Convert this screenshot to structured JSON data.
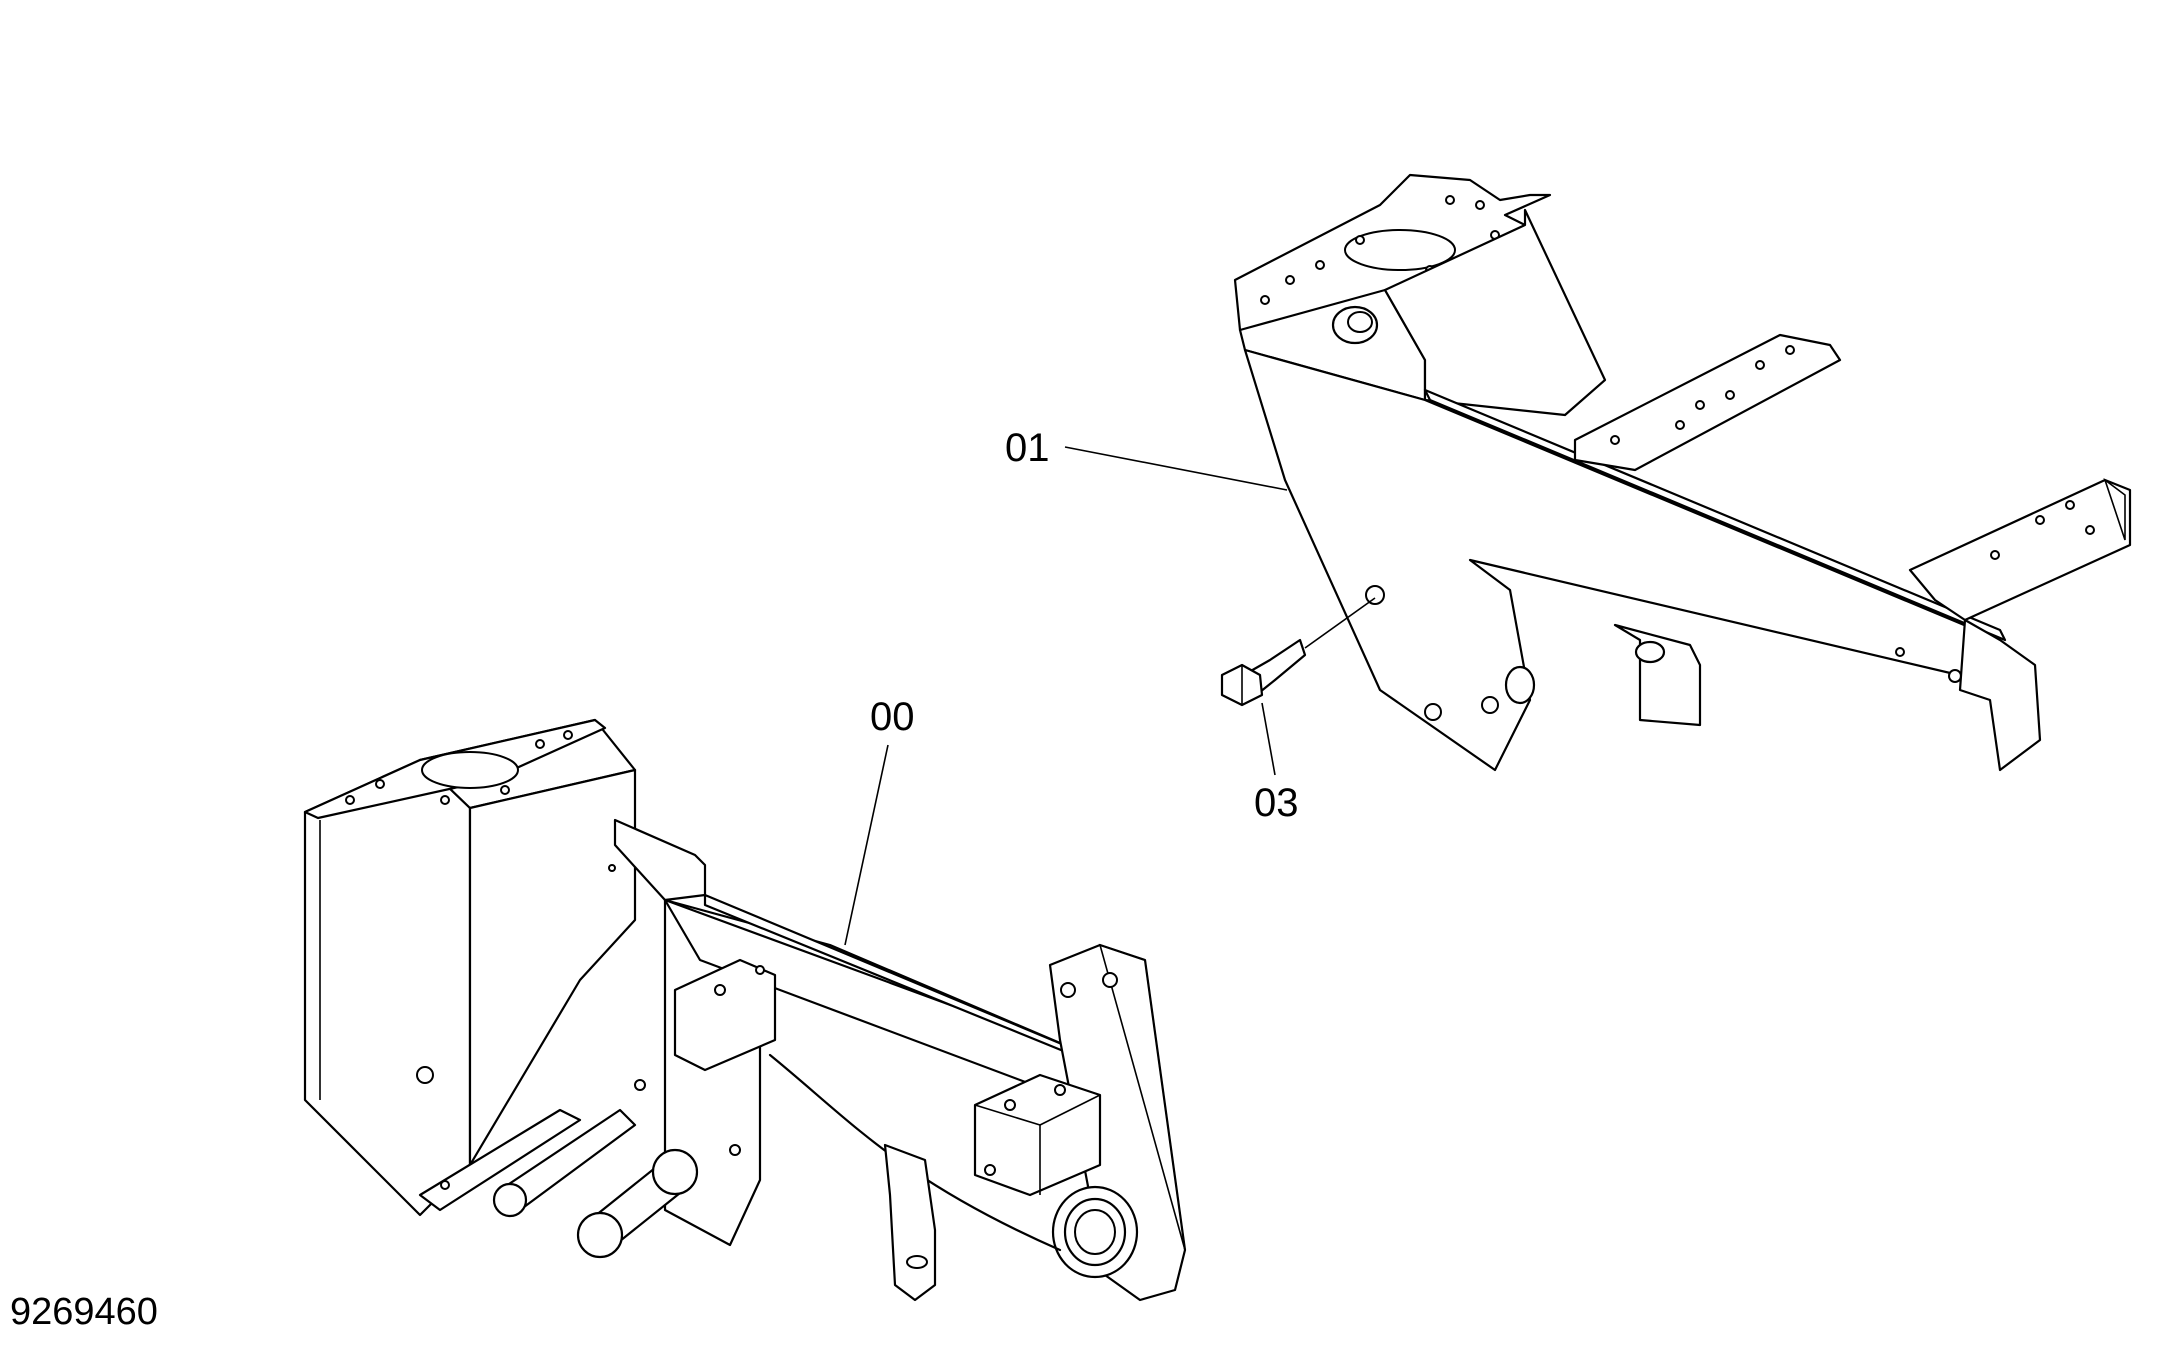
{
  "drawing": {
    "document_number": "9269460",
    "callouts": [
      {
        "id": "callout-00",
        "text": "00"
      },
      {
        "id": "callout-01",
        "text": "01"
      },
      {
        "id": "callout-03",
        "text": "03"
      }
    ]
  }
}
